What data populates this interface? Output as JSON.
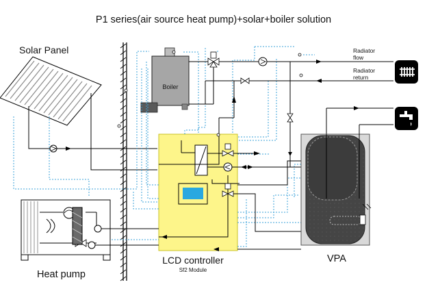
{
  "title": "P1 series(air source heat pump)+solar+boiler solution",
  "labels": {
    "solar_panel": "Solar Panel",
    "boiler": "Boiler",
    "radiator_flow": "Radiator flow",
    "radiator_flow_l1": "Radiator",
    "radiator_flow_l2": "flow",
    "radiator_return_l1": "Radiator",
    "radiator_return_l2": "return",
    "lcd_controller": "LCD controller",
    "module": "Sf2 Module",
    "heat_pump": "Heat pump",
    "vpa": "VPA"
  },
  "icons": {
    "radiator": "radiator-icon",
    "tap": "water-tap-icon"
  },
  "colors": {
    "controller_fill": "#fdf58a",
    "controller_stroke": "#c9c227",
    "display": "#29a8e0",
    "dashed_wire": "#3aa0d8",
    "boiler_fill": "#a6a6a6",
    "tank_fill": "#4a4a4a"
  }
}
